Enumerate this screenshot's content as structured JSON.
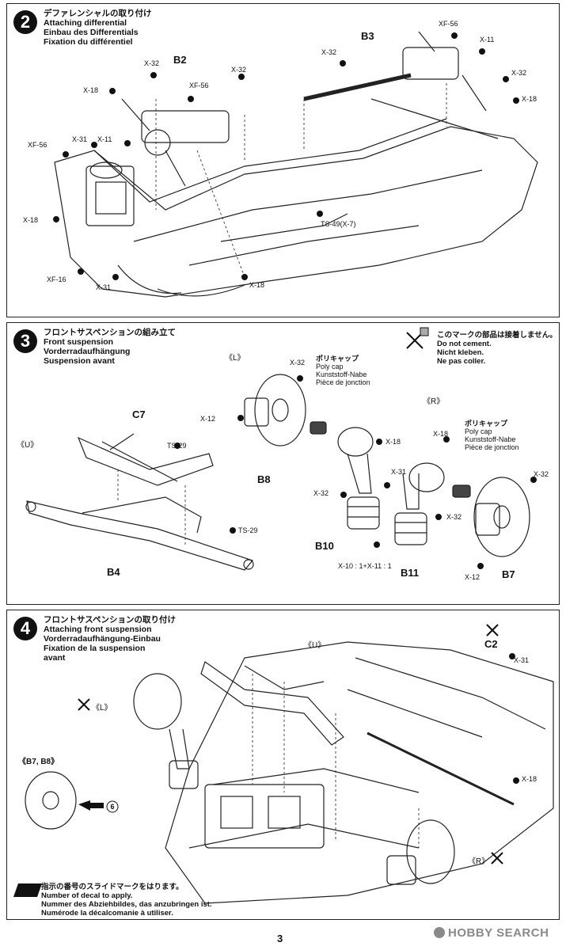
{
  "step2": {
    "number": "2",
    "title": [
      "デファレンシャルの取り付け",
      "Attaching differential",
      "Einbau des Differentials",
      "Fixation du différentiel"
    ],
    "parts": {
      "b2": "B2",
      "b3": "B3"
    },
    "labels": {
      "x32a": "X-32",
      "x18a": "X-18",
      "xf56a": "XF-56",
      "x32b": "X-32",
      "xf56b": "XF-56",
      "x31a": "X-31",
      "x11a": "X-11",
      "x18b": "X-18",
      "xf16": "XF-16",
      "x31b": "X-31",
      "x18c": "X-18",
      "x32c": "X-32",
      "xf56c": "XF-56",
      "x11b": "X-11",
      "x32d": "X-32",
      "x18d": "X-18",
      "ts49": "TS-49(X-7)"
    }
  },
  "step3": {
    "number": "3",
    "title": [
      "フロントサスペンションの組み立て",
      "Front suspension",
      "Vorderradaufhängung",
      "Suspension avant"
    ],
    "note": [
      "このマークの部品は接着しません。",
      "Do not cement.",
      "Nicht kleben.",
      "Ne pas coller."
    ],
    "views": {
      "u": "《U》",
      "l": "《L》",
      "r": "《R》"
    },
    "parts": {
      "c7": "C7",
      "b4": "B4",
      "b8": "B8",
      "b10": "B10",
      "b11": "B11",
      "b7": "B7"
    },
    "polycap_l": [
      "ポリキャップ",
      "Poly cap",
      "Kunststoff-Nabe",
      "Pièce de jonction"
    ],
    "polycap_r": [
      "ポリキャップ",
      "Poly cap",
      "Kunststoff-Nabe",
      "Pièce de jonction"
    ],
    "labels": {
      "ts29a": "TS-29",
      "ts29b": "TS-29",
      "x32a": "X-32",
      "x12a": "X-12",
      "x18a": "X-18",
      "x31": "X-31",
      "x32b": "X-32",
      "x18b": "X-18",
      "x32c": "X-32",
      "x32d": "X-32",
      "x12b": "X-12",
      "combo": "X-10 : 1+X-11 : 1"
    }
  },
  "step4": {
    "number": "4",
    "title": [
      "フロントサスペンションの取り付け",
      "Attaching front suspension",
      "Vorderradaufhängung-Einbau",
      "Fixation de la suspension",
      "avant"
    ],
    "views": {
      "u": "《U》",
      "l": "《L》",
      "r": "《R》",
      "b7b8": "《B7, B8》"
    },
    "parts": {
      "c2": "C2"
    },
    "labels": {
      "x31": "X-31",
      "x18": "X-18"
    },
    "decal_number": "6",
    "decal_note": [
      "指示の番号のスライドマークをはります。",
      "Number of decal to apply.",
      "Nummer des Abziehbildes, das anzubringen ist.",
      "Numérode la décalcomanie à utiliser."
    ]
  },
  "page_number": "3",
  "watermark": "HOBBY SEARCH"
}
